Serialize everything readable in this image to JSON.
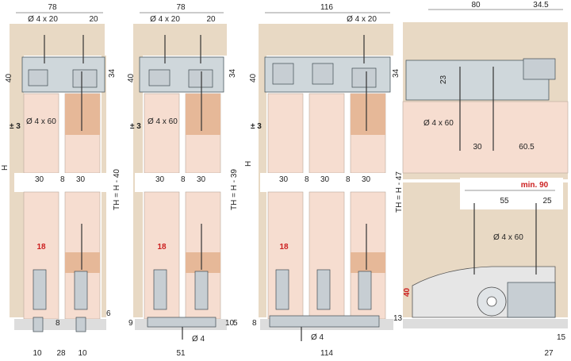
{
  "figure": {
    "panel_a": {
      "dims": [
        "78",
        "Ø 4 x 20",
        "20",
        "40",
        "34",
        "± 3",
        "H",
        "TH = H - 40",
        "Ø 4 x 60",
        "30",
        "8",
        "30",
        "18",
        "8",
        "6",
        "10",
        "28",
        "10"
      ]
    },
    "panel_b": {
      "dims": [
        "78",
        "Ø 4 x 20",
        "20",
        "40",
        "34",
        "± 3",
        "Ø 4 x 60",
        "30",
        "8",
        "30",
        "TH = H - 39",
        "18",
        "9",
        "10",
        "5",
        "Ø 4",
        "51"
      ]
    },
    "panel_c": {
      "dims": [
        "116",
        "Ø 4 x 20",
        "40",
        "34",
        "± 3",
        "H",
        "30",
        "8",
        "30",
        "8",
        "30",
        "TH = H - 47",
        "18",
        "8",
        "13",
        "Ø 4",
        "114"
      ]
    },
    "panel_d": {
      "dims": [
        "80",
        "34.5",
        "23",
        "Ø 4 x 60",
        "30",
        "60.5"
      ]
    },
    "panel_e": {
      "dims": [
        "min. 90",
        "55",
        "25",
        "Ø 4 x 60",
        "40",
        "15",
        "27"
      ]
    }
  }
}
